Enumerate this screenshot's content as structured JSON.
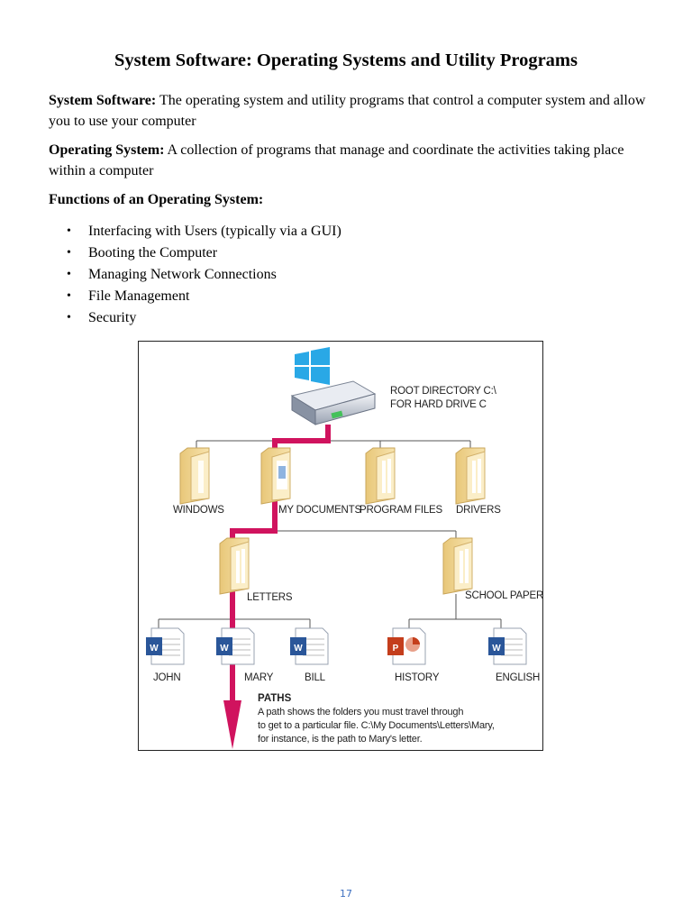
{
  "title": "System Software: Operating Systems and Utility Programs",
  "definitions": [
    {
      "term": "System Software:",
      "text": " The operating system and utility programs that control a computer system and allow you to use your computer"
    },
    {
      "term": "Operating System:",
      "text": " A collection of programs that manage and coordinate the activities taking place within a computer"
    }
  ],
  "functions_heading": "Functions of an Operating System:",
  "functions": [
    "Interfacing with Users (typically via a GUI)",
    "Booting the Computer",
    "Managing Network Connections",
    "File Management",
    "Security"
  ],
  "bullet_glyph": "•",
  "diagram": {
    "root_label_line1": "ROOT DIRECTORY C:\\",
    "root_label_line2": "FOR HARD DRIVE C",
    "level1": [
      "WINDOWS",
      "MY DOCUMENTS",
      "PROGRAM FILES",
      "DRIVERS"
    ],
    "level2": [
      "LETTERS",
      "SCHOOL PAPERS"
    ],
    "files": [
      "JOHN",
      "MARY",
      "BILL",
      "HISTORY",
      "ENGLISH"
    ],
    "word_icon_letter": "W",
    "ppt_icon_letter": "P",
    "caption_title": "PATHS",
    "caption_lines": [
      "A path shows the folders you must travel through",
      "to get to a particular file. C:\\My Documents\\Letters\\Mary,",
      "for instance, is the path to Mary's letter."
    ],
    "colors": {
      "path": "#d0135e",
      "folder": "#f2d893",
      "folder_dark": "#d9b766",
      "word_blue": "#2a5699",
      "ppt_red": "#c43e1c",
      "windows_blue": "#29a8e6"
    }
  },
  "page_number": "17"
}
